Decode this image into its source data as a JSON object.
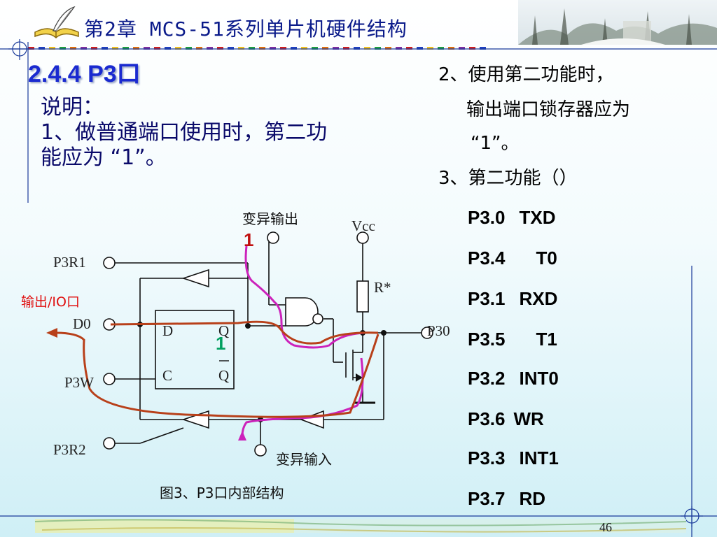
{
  "header": {
    "title": "第2章 MCS-51系列单片机硬件结构"
  },
  "section": {
    "title": "2.4.4 P3口"
  },
  "notes": {
    "heading": "说明：",
    "line1": "1、做普通端口使用时，第二功",
    "line2": "能应为 “1”。"
  },
  "right_notes": {
    "line1": "2、使用第二功能时，",
    "line2": "输出端口锁存器应为",
    "line3": "“1”。",
    "line4": "3、第二功能（）"
  },
  "pin_functions": [
    {
      "pin": "P3.0",
      "func": "TXD"
    },
    {
      "pin": "P3.4",
      "func": "T0"
    },
    {
      "pin": "P3.1",
      "func": "RXD"
    },
    {
      "pin": "P3.5",
      "func": "T1"
    },
    {
      "pin": "P3.2",
      "func": "INT0"
    },
    {
      "pin": "P3.6",
      "func": "WR"
    },
    {
      "pin": "P3.3",
      "func": "INT1"
    },
    {
      "pin": "P3.7",
      "func": "RD"
    }
  ],
  "diagram": {
    "alt_output": "变异输出",
    "alt_input": "变异输入",
    "vcc": "Vcc",
    "resistor": "R*",
    "p3r1": "P3R1",
    "d0": "D0",
    "p3w": "P3W",
    "p3r2": "P3R2",
    "p30": "P30",
    "latch_d": "D",
    "latch_q": "Q",
    "latch_c": "C",
    "latch_qbar": "Q",
    "io_label": "输出/IO口",
    "one_a": "1",
    "one_b": "1",
    "caption": "图3、P3口内部结构",
    "colors": {
      "magenta": "#cc22bb",
      "brown": "#b8401a",
      "green": "#00a060",
      "io_red": "#e01010"
    }
  },
  "page_number": "46"
}
